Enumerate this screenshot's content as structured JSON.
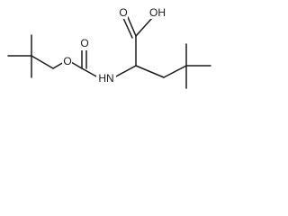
{
  "molecule": {
    "colors": {
      "bond": "#1a1a1a",
      "background": "#ffffff"
    },
    "labels": {
      "hydroxyl": "OH",
      "carbonyl_oxygen": "O",
      "carbamate_oxygen": "O",
      "ester_oxygen": "O",
      "amine": "HN"
    }
  }
}
